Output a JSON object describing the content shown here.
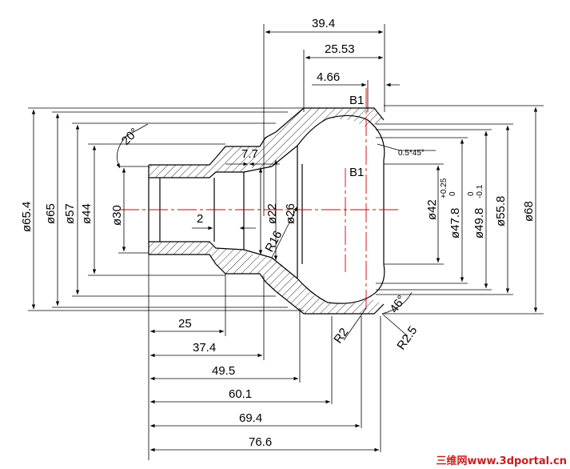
{
  "dimensions": {
    "top": [
      "39.4",
      "25.53",
      "4.66"
    ],
    "bottom": [
      "25",
      "37.4",
      "49.5",
      "60.1",
      "69.4",
      "76.6"
    ],
    "left_diameters": [
      "ø65.4",
      "ø65",
      "ø57",
      "ø44",
      "ø30"
    ],
    "right_diameters": [
      "ø42",
      "ø49.8",
      "ø55.8",
      "ø68"
    ],
    "inner": [
      "ø22",
      "ø26",
      "2",
      "7.7",
      "R16"
    ],
    "tolerance_47_8": {
      "value": "ø47.8",
      "upper": "+0.25",
      "lower": "0"
    },
    "tolerance_49_8": {
      "upper": "0",
      "lower": "-0.1"
    },
    "angles": [
      "20°",
      "46°"
    ],
    "chamfer": "0.5*45°",
    "radii": [
      "R2",
      "R2.5"
    ],
    "section_labels": [
      "B1",
      "B1"
    ]
  },
  "watermark": "三维网www.3dportal.cn"
}
